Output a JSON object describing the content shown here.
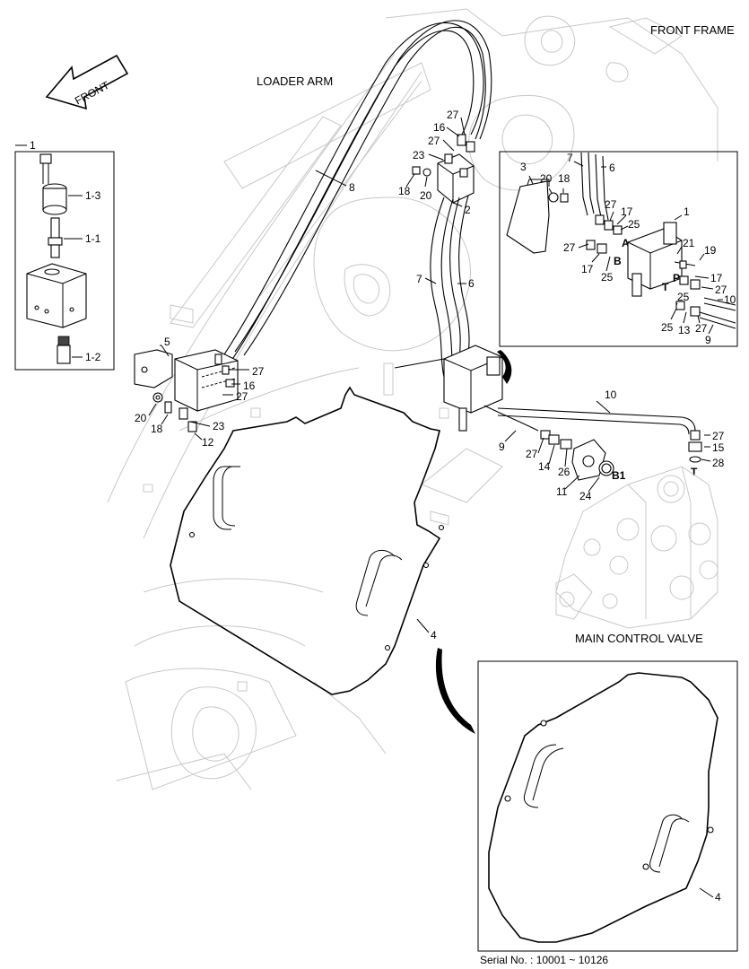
{
  "labels": {
    "front_arrow": "FRONT",
    "loader_arm": "LOADER ARM",
    "front_frame": "FRONT FRAME",
    "main_control_valve": "MAIN CONTROL VALVE",
    "serial": "Serial No. : 10001 ~ 10126"
  },
  "callouts": {
    "c1": "1",
    "c1_3": "1-3",
    "c1_1": "1-1",
    "c1_2": "1-2",
    "c5": "5",
    "c27a": "27",
    "c16a": "16",
    "c27b": "27",
    "c20a": "20",
    "c18a": "18",
    "c23a": "23",
    "c12": "12",
    "c8": "8",
    "c27c": "27",
    "c16b": "16",
    "c27d": "27",
    "c23b": "23",
    "c18b": "18",
    "c20b": "20",
    "c2": "2",
    "c7a": "7",
    "c6a": "6",
    "c10a": "10",
    "c9a": "9",
    "c27e": "27",
    "c15": "15",
    "c28": "28",
    "port_t": "T",
    "c27f": "27",
    "c14": "14",
    "c26": "26",
    "port_b1": "B1",
    "c11": "11",
    "c24": "24",
    "c4a": "4",
    "c4b": "4",
    "d3": "3",
    "d20": "20",
    "d18": "18",
    "d7": "7",
    "d6": "6",
    "d27a": "27",
    "d17a": "17",
    "d25a": "25",
    "d1": "1",
    "port_a": "A",
    "d27b": "27",
    "d21": "21",
    "d19": "19",
    "port_b": "B",
    "d17b": "17",
    "d25b": "25",
    "port_p": "P",
    "d17c": "17",
    "d27c": "27",
    "d10": "10",
    "port_t2": "T",
    "d25c": "25",
    "d25d": "25",
    "d13": "13",
    "d27d": "27",
    "d9": "9"
  },
  "colors": {
    "line": "#000000",
    "ghost": "#c8c8c8",
    "background": "#ffffff"
  }
}
